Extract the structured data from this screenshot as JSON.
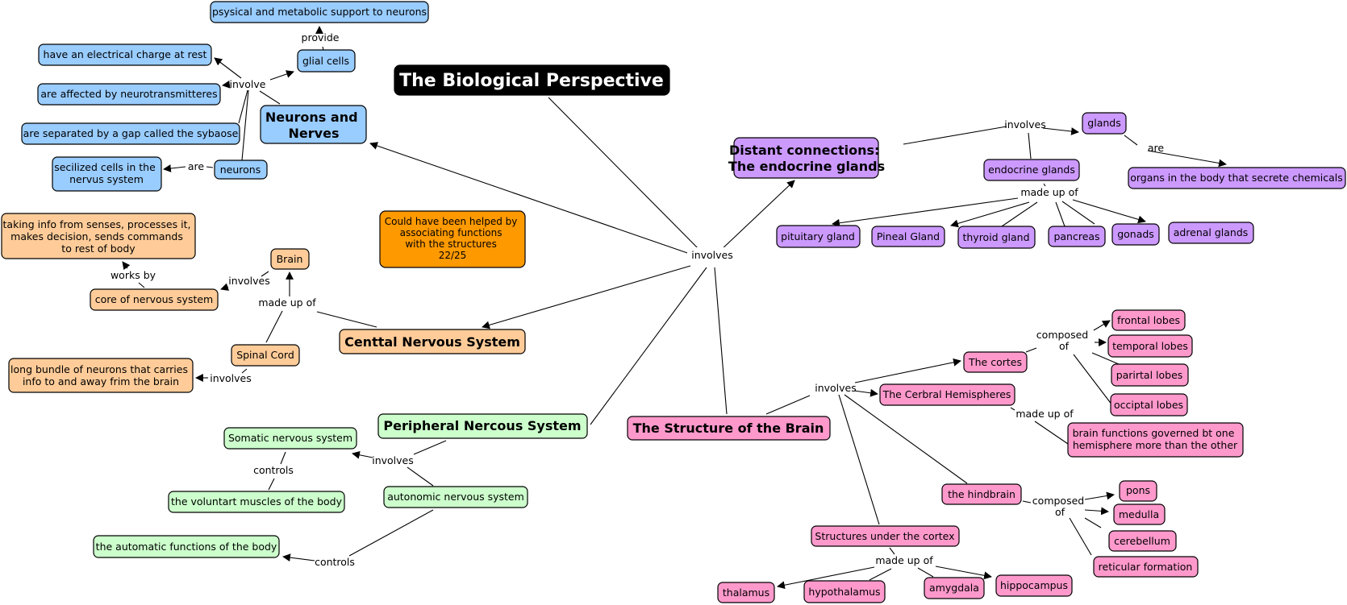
{
  "title": "The Biological Perspective",
  "colors": {
    "title": "#000000",
    "blue": "#99ccff",
    "orange_light": "#ffcc99",
    "orange_note": "#ff9900",
    "green": "#ccffcc",
    "purple": "#cc99ff",
    "pink": "#ff99cc"
  },
  "nodes": {
    "title": "The Biological Perspective",
    "note": [
      "Could have been helped by",
      "associating functions",
      "with the structures",
      "22/25"
    ],
    "neurons_nerves": [
      "Neurons and",
      "Nerves"
    ],
    "glial_cells": "glial cells",
    "psysical_support": "psysical and metabolic support to neurons",
    "electrical_charge": "have an electrical charge at rest",
    "neurotransmitters": "are affected by neurotransmitteres",
    "sybaose": "are separated by a gap called the sybaose",
    "neurons": "neurons",
    "secilized_cells": [
      "secilized cells in the",
      "nervus system"
    ],
    "cns": "Centtal Nervous System",
    "brain": "Brain",
    "spinal_cord": "Spinal Cord",
    "core": "core of nervous system",
    "taking_info": [
      "taking info from senses, processes it,",
      "makes decision, sends commands",
      "to rest of body"
    ],
    "long_bundle": [
      "long bundle of neurons that carries",
      "info to and away frim the brain"
    ],
    "pns": "Peripheral Nercous System",
    "somatic": "Somatic nervous system",
    "voluntary": "the voluntart muscles of the body",
    "autonomic": "autonomic nervous system",
    "automatic": "the automatic functions of the body",
    "endocrine_main": [
      "Distant connections:",
      "The endocrine glands"
    ],
    "glands": "glands",
    "organs": "organs in the body that secrete chemicals",
    "endocrine_glands": "endocrine glands",
    "pituitary": "pituitary gland",
    "pineal": "Pineal Gland",
    "thyroid": "thyroid gland",
    "pancreas": "pancreas",
    "gonads": "gonads",
    "adrenal": "adrenal glands",
    "brain_structure": "The Structure of the Brain",
    "cortes": "The cortes",
    "hemispheres": "The Cerbral Hemispheres",
    "frontal": "frontal lobes",
    "temporal": "temporal lobes",
    "parietal": "parirtal lobes",
    "occipital": "occiptal lobes",
    "brain_functions": [
      "brain functions governed bt one",
      "hemisphere more than the other"
    ],
    "hindbrain": "the hindbrain",
    "pons": "pons",
    "medulla": "medulla",
    "cerebellum": "cerebellum",
    "reticular": "reticular formation",
    "under_cortex": "Structures under the cortex",
    "thalamus": "thalamus",
    "hypothalamus": "hypothalamus",
    "amygdala": "amygdala",
    "hippocampus": "hippocampus"
  },
  "links": {
    "center_involves": "involves",
    "provide": "provide",
    "involve": "involve",
    "are_neurons": "are",
    "works_by": "works by",
    "cns_involves": "involves",
    "made_up_of_cns": "made up of",
    "spinal_involves": "involves",
    "pns_involves": "involves",
    "controls_somatic": "controls",
    "controls_autonomic": "controls",
    "endo_involves": "involves",
    "are_glands": "are",
    "endo_made_up_of": "made up of",
    "brain_involves": "involves",
    "cortes_composed": [
      "composed",
      "of"
    ],
    "hemi_made_up_of": "made up of",
    "hind_composed": [
      "composed",
      "of"
    ],
    "under_made_up_of": "made up of"
  }
}
